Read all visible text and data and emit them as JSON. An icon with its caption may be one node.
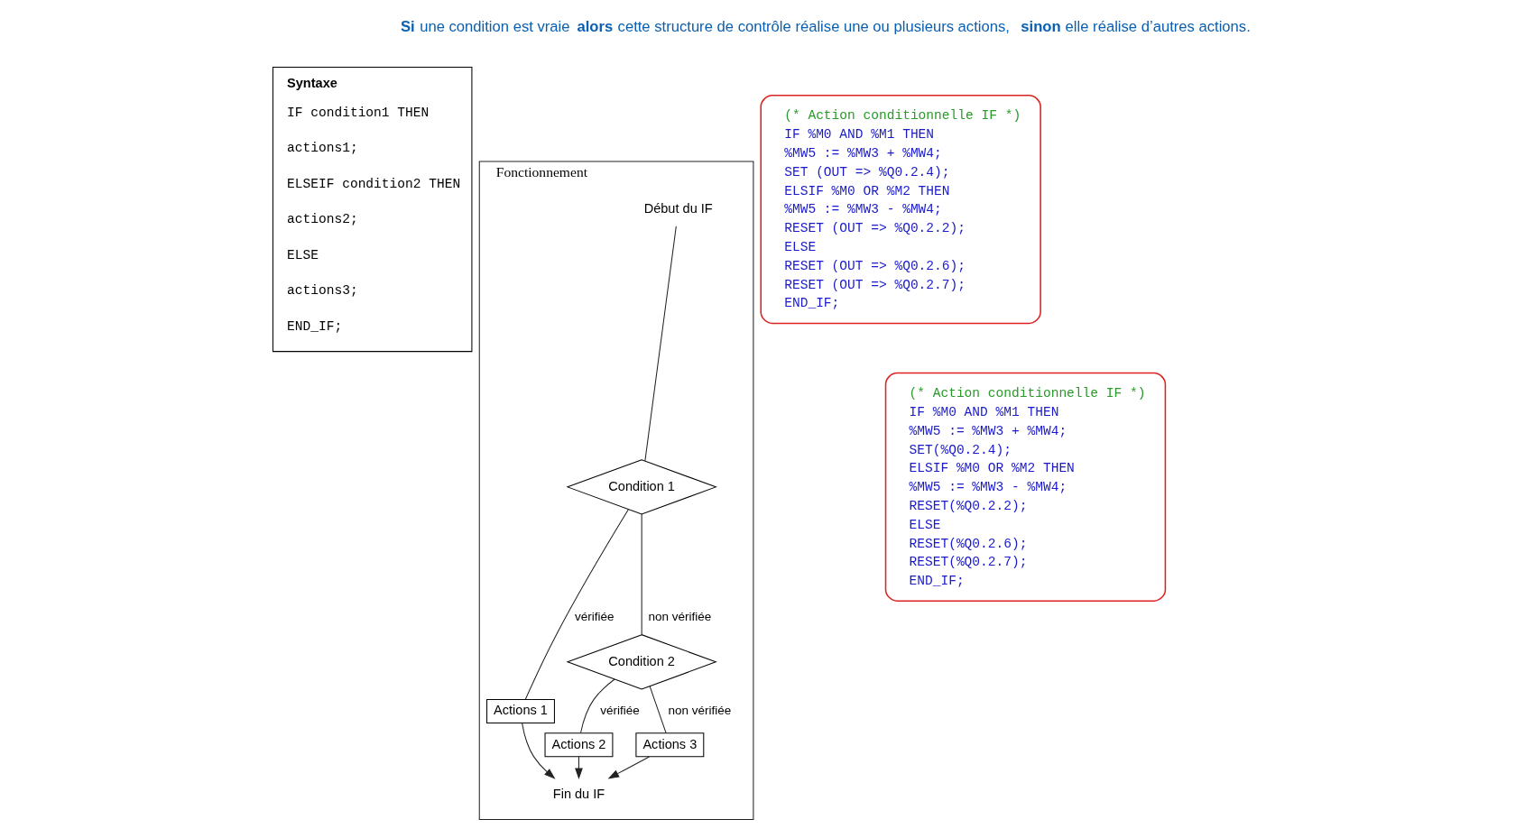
{
  "diagram": {
    "nodes": [
      {
        "text": [
          "Syntaxe",
          "IF condition1 THEN",
          "actions1;",
          "ELSEIF condition2 THEN",
          "actions2;",
          "ELSE",
          "actions3;",
          "END_IF;"
        ]
      },
      {
        "text": [
          "Fonctionnement"
        ]
      },
      {
        "text": [
          "Début du IF"
        ],
        "in": 1
      },
      {
        "text": [
          "Condition 1"
        ],
        "in": 1
      },
      {
        "text": [
          "Actions 1"
        ],
        "in": 1
      },
      {
        "text": [
          "Condition 2"
        ],
        "in": 1
      },
      {
        "text": [
          "Actions 2"
        ],
        "in": 1
      },
      {
        "text": [
          "Actions 3"
        ],
        "in": 1
      },
      {
        "text": [
          "Fin du IF"
        ],
        "in": 1
      },
      {
        "text": [
          "(* Action conditionnelle IF *)",
          "IF %M0 AND %M1 THEN",
          "%MW5 := %MW3 + %MW4;",
          "SET (OUT => %Q0.2.4);",
          "ELSIF %M0 OR %M2 THEN",
          "%MW5 := %MW3 - %MW4;",
          "RESET (OUT => %Q0.2.2);",
          "ELSE",
          "RESET (OUT => %Q0.2.6);",
          "RESET (OUT => %Q0.2.7);",
          "END_IF;"
        ]
      },
      {
        "text": [
          "(* Action conditionnelle IF *)",
          "IF %M0 AND %M1 THEN",
          "%MW5 := %MW3 + %MW4;",
          "SET(%Q0.2.4);",
          "ELSIF %M0 OR %M2 THEN",
          "%MW5 := %MW3 - %MW4;",
          "RESET(%Q0.2.2);",
          "ELSE",
          "RESET(%Q0.2.6);",
          "RESET(%Q0.2.7);",
          "END_IF;"
        ]
      }
    ],
    "edges": [
      {
        "from": 2,
        "to": 3,
        "arrow": "none"
      },
      {
        "from": 3,
        "to": 4,
        "arrow": "none",
        "label": "vérifiée"
      },
      {
        "from": 3,
        "to": 5,
        "arrow": "none",
        "label": "non vérifiée"
      },
      {
        "from": 5,
        "to": 6,
        "arrow": "none",
        "label": "vérifiée"
      },
      {
        "from": 5,
        "to": 7,
        "arrow": "none",
        "label": "non vérifiée"
      },
      {
        "from": 4,
        "to": 8,
        "arrow": "to"
      },
      {
        "from": 6,
        "to": 8,
        "arrow": "to"
      },
      {
        "from": 7,
        "to": 8,
        "arrow": "to"
      }
    ],
    "labels": [
      "**Si** une condition est vraie **alors** cette structure de contrôle réalise une ou plusieurs actions, **sinon** elle réalise d’autres actions."
    ]
  }
}
